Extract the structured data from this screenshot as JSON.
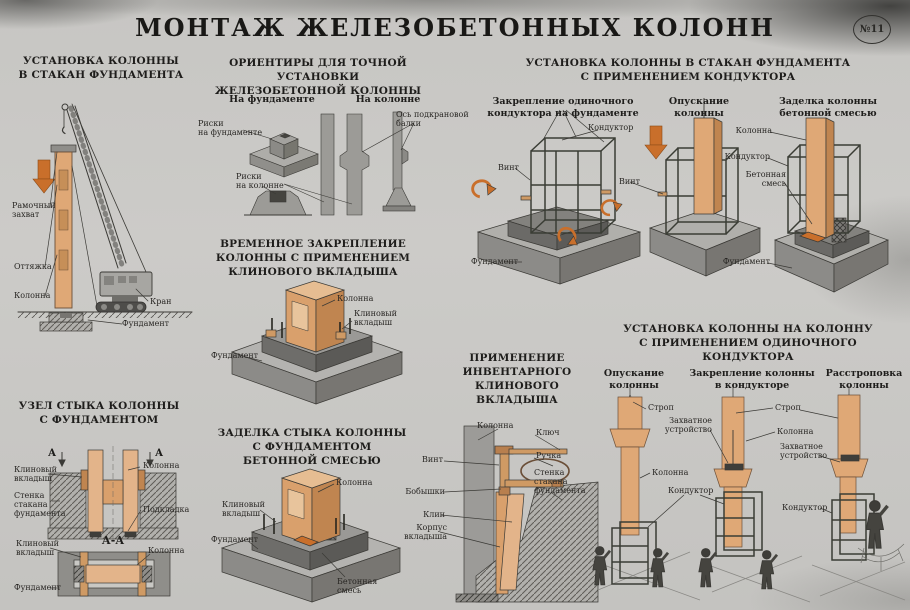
{
  "poster": {
    "title": "МОНТАЖ ЖЕЛЕЗОБЕТОННЫХ КОЛОНН",
    "badge": "№11"
  },
  "colors": {
    "accent_orange": "#c96f2b",
    "column_tan": "#dca372",
    "concrete_gray": "#9a9996",
    "paper": "#c9c8c5"
  },
  "s1": {
    "heading": "УСТАНОВКА КОЛОННЫ\nВ СТАКАН ФУНДАМЕНТА",
    "labels": {
      "grip": "Рамочный\nзахват",
      "guy": "Оттяжка",
      "column": "Колонна",
      "crane": "Кран",
      "foundation": "Фундамент"
    }
  },
  "s2": {
    "heading": "ОРИЕНТИРЫ ДЛЯ ТОЧНОЙ УСТАНОВКИ\nЖЕЛЕЗОБЕТОННОЙ КОЛОННЫ",
    "sub_foundation": "На фундаменте",
    "sub_column": "На колонне",
    "labels": {
      "marks_foundation": "Риски\nна фундаменте",
      "marks_column": "Риски\nна колонне",
      "beam_axis": "Ось подкрановой\nбалки"
    }
  },
  "s3": {
    "heading": "ВРЕМЕННОЕ ЗАКРЕПЛЕНИЕ\nКОЛОННЫ С ПРИМЕНЕНИЕМ\nКЛИНОВОГО ВКЛАДЫША",
    "labels": {
      "column": "Колонна",
      "wedge": "Клиновый\nвкладыш",
      "foundation": "Фундамент"
    }
  },
  "s4": {
    "heading": "УСТАНОВКА КОЛОННЫ В СТАКАН ФУНДАМЕНТА\nС ПРИМЕНЕНИЕМ КОНДУКТОРА",
    "p1": {
      "title": "Закрепление одиночного\nкондуктора на фундаменте",
      "labels": {
        "jig": "Кондуктор",
        "screw": "Винт",
        "foundation": "Фундамент"
      }
    },
    "p2": {
      "title": "Опускание\nколонны",
      "labels": {
        "screw": "Винт"
      }
    },
    "p3": {
      "title": "Заделка колонны\nбетонной смесью",
      "labels": {
        "column": "Колонна",
        "jig": "Кондуктор",
        "mix": "Бетонная\nсмесь",
        "foundation": "Фундамент"
      }
    }
  },
  "s5": {
    "heading": "УЗЕЛ СТЫКА КОЛОННЫ\nС ФУНДАМЕНТОМ",
    "marker_a_left": "А",
    "marker_a_right": "А",
    "section_label": "А-А",
    "labels": {
      "wedge_top": "Клиновый\nвкладыш",
      "column_top": "Колонна",
      "socket_wall": "Стенка\nстакана\nфундамента",
      "shim": "Подкладка",
      "wedge_bottom": "Клиновый\nвкладыш",
      "column_bottom": "Колонна",
      "foundation": "Фундамент"
    }
  },
  "s6": {
    "heading": "ЗАДЕЛКА СТЫКА КОЛОННЫ\nС ФУНДАМЕНТОМ\nБЕТОННОЙ СМЕСЬЮ",
    "labels": {
      "column": "Колонна",
      "wedge": "Клиновый\nвкладыш",
      "foundation": "Фундамент",
      "mix": "Бетонная\nсмесь"
    }
  },
  "s7": {
    "heading": "ПРИМЕНЕНИЕ\nИНВЕНТАРНОГО\nКЛИНОВОГО\nВКЛАДЫША",
    "labels": {
      "column": "Колонна",
      "wrench": "Ключ",
      "screw": "Винт",
      "handle": "Ручка",
      "socket_wall": "Стенка\nстакана\nфундамента",
      "boss": "Бобышки",
      "wedge": "Клин",
      "body": "Корпус\nвкладыша"
    }
  },
  "s8": {
    "heading": "УСТАНОВКА КОЛОННЫ НА КОЛОННУ\nС ПРИМЕНЕНИЕМ ОДИНОЧНОГО КОНДУКТОРА",
    "p1": {
      "title": "Опускание\nколонны",
      "labels": {
        "sling": "Строп",
        "column": "Колонна",
        "jig": "Кондуктор"
      }
    },
    "p2": {
      "title": "Закрепление колонны\nв кондукторе",
      "labels": {
        "grip": "Захватное\nустройство",
        "sling": "Строп",
        "column": "Колонна"
      }
    },
    "p3": {
      "title": "Расстроповка\nколонны",
      "labels": {
        "grip": "Захватное\nустройство",
        "jig": "Кондуктор"
      }
    }
  }
}
